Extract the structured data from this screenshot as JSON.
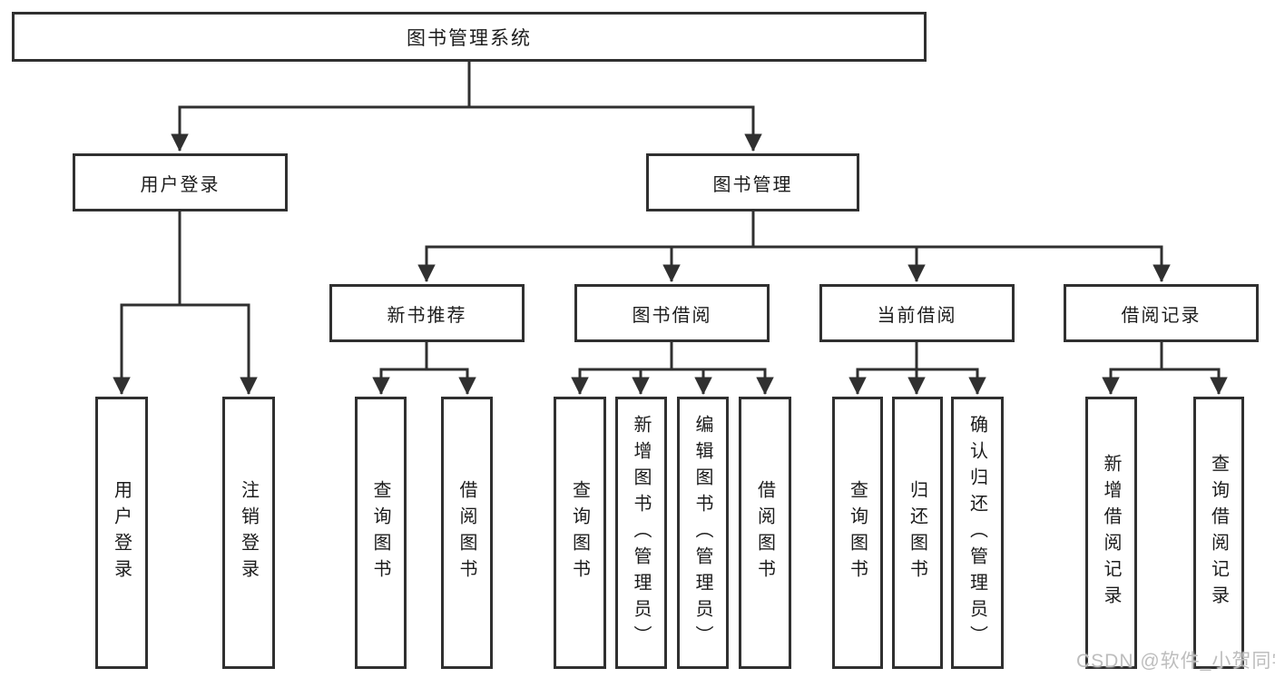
{
  "diagram": {
    "title": "图书管理系统",
    "level2": {
      "user_login": "用户登录",
      "book_mgmt": "图书管理"
    },
    "level3": {
      "new_book_rec": "新书推荐",
      "book_borrow": "图书借阅",
      "current_borrow": "当前借阅",
      "borrow_record": "借阅记录"
    },
    "leaves": {
      "user_login": [
        "用户登录",
        "注销登录"
      ],
      "new_book_rec": [
        "查询图书",
        "借阅图书"
      ],
      "book_borrow": [
        "查询图书",
        "新增图书（管理员）",
        "编辑图书（管理员）",
        "借阅图书"
      ],
      "current_borrow": [
        "查询图书",
        "归还图书",
        "确认归还（管理员）"
      ],
      "borrow_record": [
        "新增借阅记录",
        "查询借阅记录"
      ]
    }
  },
  "watermark": "CSDN @软件_小贺同学",
  "colors": {
    "line": "#303030",
    "text": "#1c1c1c",
    "watermark": "#bdbdbd",
    "background": "#ffffff"
  }
}
